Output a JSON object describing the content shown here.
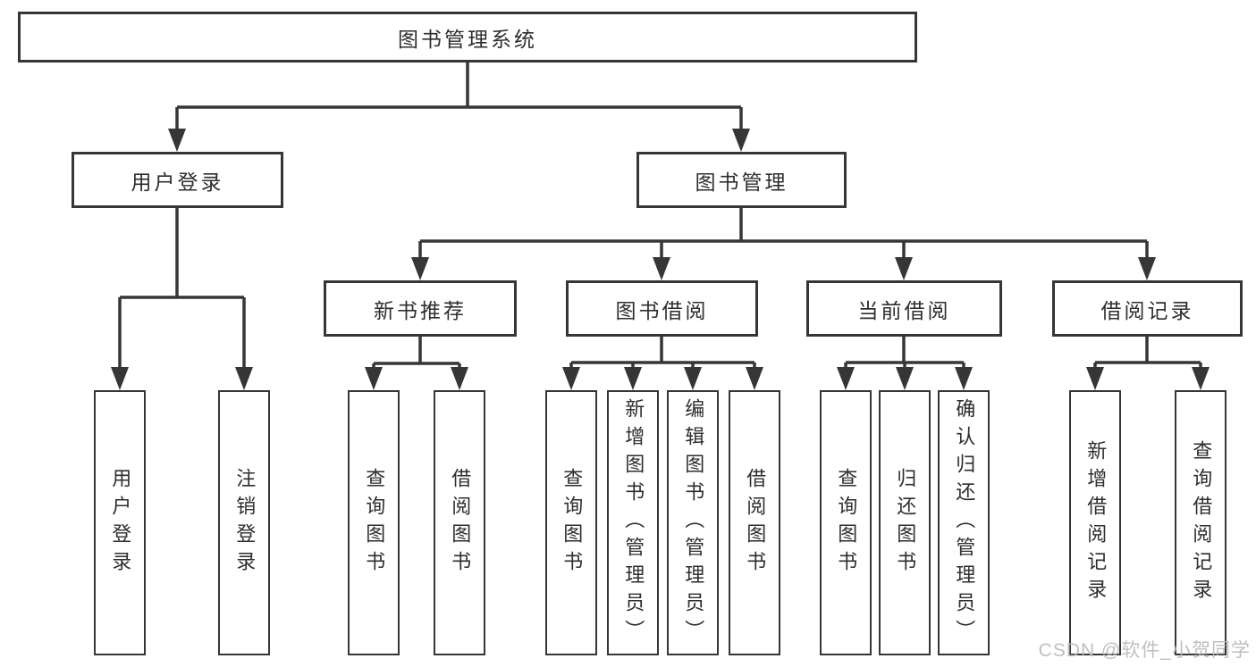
{
  "diagram": {
    "root": {
      "label": "图书管理系统"
    },
    "branches": [
      {
        "label": "用户登录",
        "children": [
          "用户登录",
          "注销登录"
        ]
      },
      {
        "label": "图书管理",
        "sections": [
          {
            "label": "新书推荐",
            "children": [
              "查询图书",
              "借阅图书"
            ]
          },
          {
            "label": "图书借阅",
            "children": [
              "查询图书",
              "新增图书（管理员）",
              "编辑图书（管理员）",
              "借阅图书"
            ]
          },
          {
            "label": "当前借阅",
            "children": [
              "查询图书",
              "归还图书",
              "确认归还（管理员）"
            ]
          },
          {
            "label": "借阅记录",
            "children": [
              "新增借阅记录",
              "查询借阅记录"
            ]
          }
        ]
      }
    ]
  },
  "watermark": {
    "text": "CSDN @软件_小贺同学"
  },
  "colors": {
    "line": "#363636",
    "box_border": "#363636",
    "text": "#2e2e2e",
    "background": "#ffffff",
    "watermark": "#b9b9b9"
  }
}
